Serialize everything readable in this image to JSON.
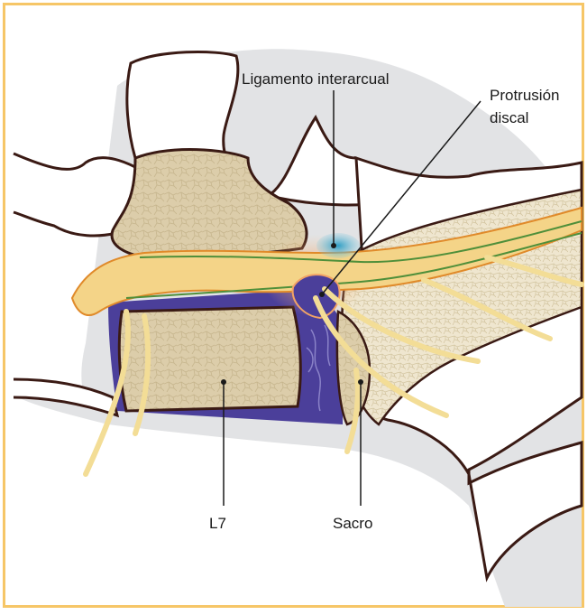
{
  "labels": {
    "ligament": "Ligamento interarcual",
    "protrusion_line1": "Protrusión",
    "protrusion_line2": "discal",
    "l7": "L7",
    "sacrum": "Sacro"
  },
  "colors": {
    "frame": "#f6c667",
    "background": "#ffffff",
    "shadow": "#e2e3e5",
    "bone": "#dccdaa",
    "bone_outline": "#3a1a14",
    "spinal_cord": "#f4d488",
    "nerve": "#f3dd96",
    "nerve_outline_green": "#4f8f3a",
    "nerve_outline_orange": "#e08a2a",
    "disc_purple": "#4b3f9a",
    "ligament_blue": "#3aa7c9",
    "inflammation": "#f2a365",
    "leader_line": "#1a1a1a"
  },
  "icons": {
    "anatomy": "lumbosacral-spine-cross-section"
  }
}
